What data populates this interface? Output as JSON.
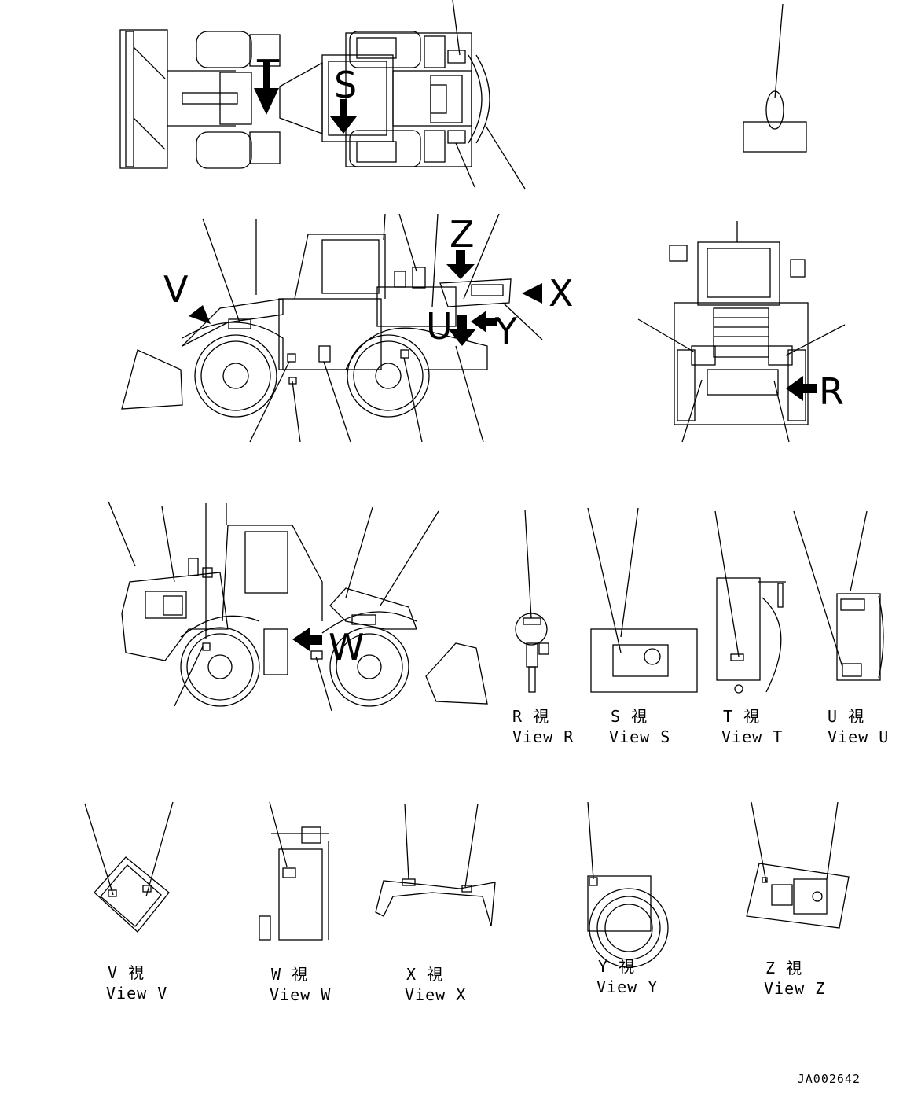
{
  "letters": {
    "T": "T",
    "S": "S",
    "V": "V",
    "Z": "Z",
    "X": "X",
    "U": "U",
    "Y": "Y",
    "R": "R",
    "W": "W"
  },
  "views": {
    "R": {
      "jp": "R 視",
      "en": "View R"
    },
    "S": {
      "jp": "S 視",
      "en": "View S"
    },
    "T": {
      "jp": "T 視",
      "en": "View T"
    },
    "U": {
      "jp": "U 視",
      "en": "View U"
    },
    "V": {
      "jp": "V 視",
      "en": "View V"
    },
    "W": {
      "jp": "W 視",
      "en": "View W"
    },
    "X": {
      "jp": "X 視",
      "en": "View X"
    },
    "Y": {
      "jp": "Y 視",
      "en": "View Y"
    },
    "Z": {
      "jp": "Z 視",
      "en": "View Z"
    }
  },
  "drawing_code": "JA002642"
}
